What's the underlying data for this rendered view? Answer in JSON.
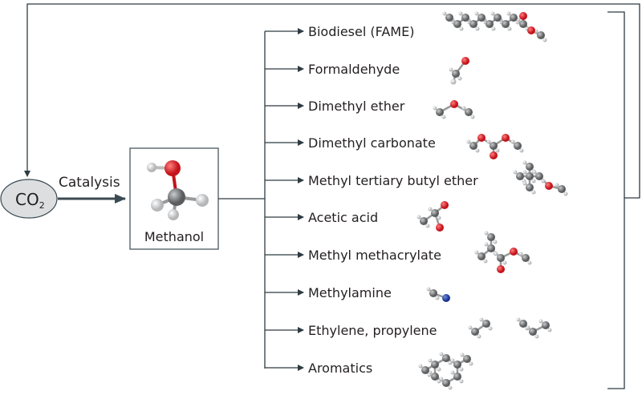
{
  "source": {
    "label": "CO",
    "subscript": "2"
  },
  "process": {
    "label": "Catalysis"
  },
  "hub": {
    "label": "Methanol"
  },
  "products": [
    {
      "label": "Biodiesel (FAME)"
    },
    {
      "label": "Formaldehyde"
    },
    {
      "label": "Dimethyl ether"
    },
    {
      "label": "Dimethyl carbonate"
    },
    {
      "label": "Methyl tertiary butyl ether"
    },
    {
      "label": "Acetic acid"
    },
    {
      "label": "Methyl methacrylate"
    },
    {
      "label": "Methylamine"
    },
    {
      "label": "Ethylene, propylene"
    },
    {
      "label": "Aromatics"
    }
  ],
  "colors": {
    "line": "#2f3b42",
    "co2_fill": "#dcdee0",
    "carbon": "#6d6f71",
    "oxygen": "#d7191f",
    "hydrogen": "#e6e6e6",
    "nitrogen": "#1f3f9a"
  }
}
